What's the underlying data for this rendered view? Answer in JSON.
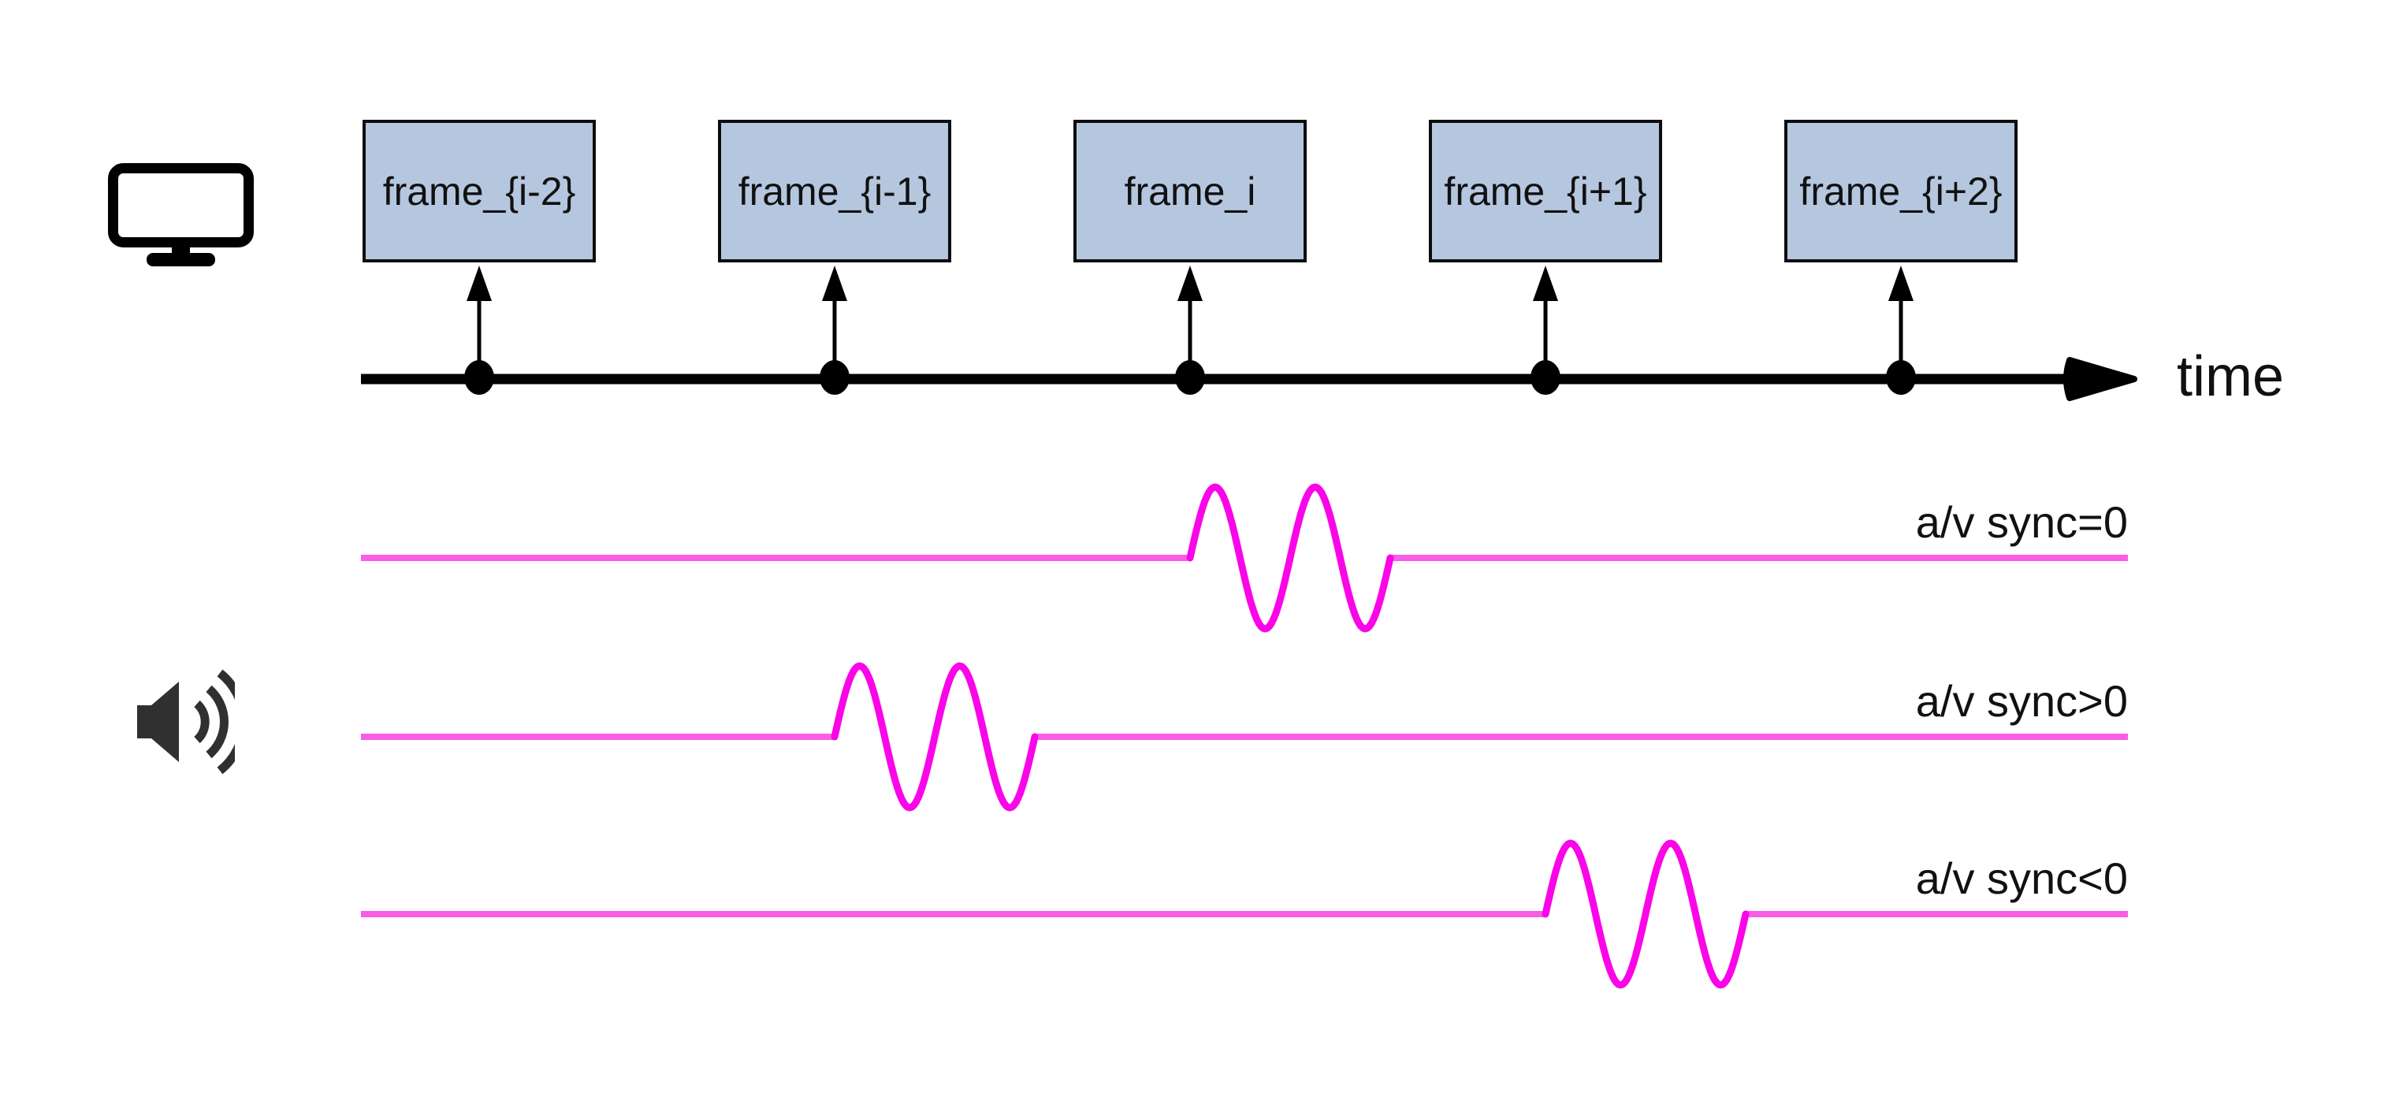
{
  "video_track": {
    "icon": "monitor-icon",
    "frames": [
      {
        "label": "frame_{i-2}"
      },
      {
        "label": "frame_{i-1}"
      },
      {
        "label": "frame_i"
      },
      {
        "label": "frame_{i+1}"
      },
      {
        "label": "frame_{i+2}"
      }
    ]
  },
  "timeline": {
    "label": "time"
  },
  "audio_track": {
    "icon": "speaker-icon",
    "waves": [
      {
        "label": "a/v sync=0",
        "wavelet_aligned_with": "frame_i"
      },
      {
        "label": "a/v sync>0",
        "wavelet_aligned_with": "frame_{i-1}"
      },
      {
        "label": "a/v sync<0",
        "wavelet_aligned_with": "frame_{i+1}"
      }
    ]
  },
  "colors": {
    "frame_fill": "#b5c7df",
    "frame_border": "#0d0d0d",
    "axis": "#000000",
    "wave": "#fa05e8",
    "wave_flat": "#f95ce7",
    "icon_monitor": "#000000",
    "icon_speaker": "#303030",
    "text": "#111111"
  }
}
